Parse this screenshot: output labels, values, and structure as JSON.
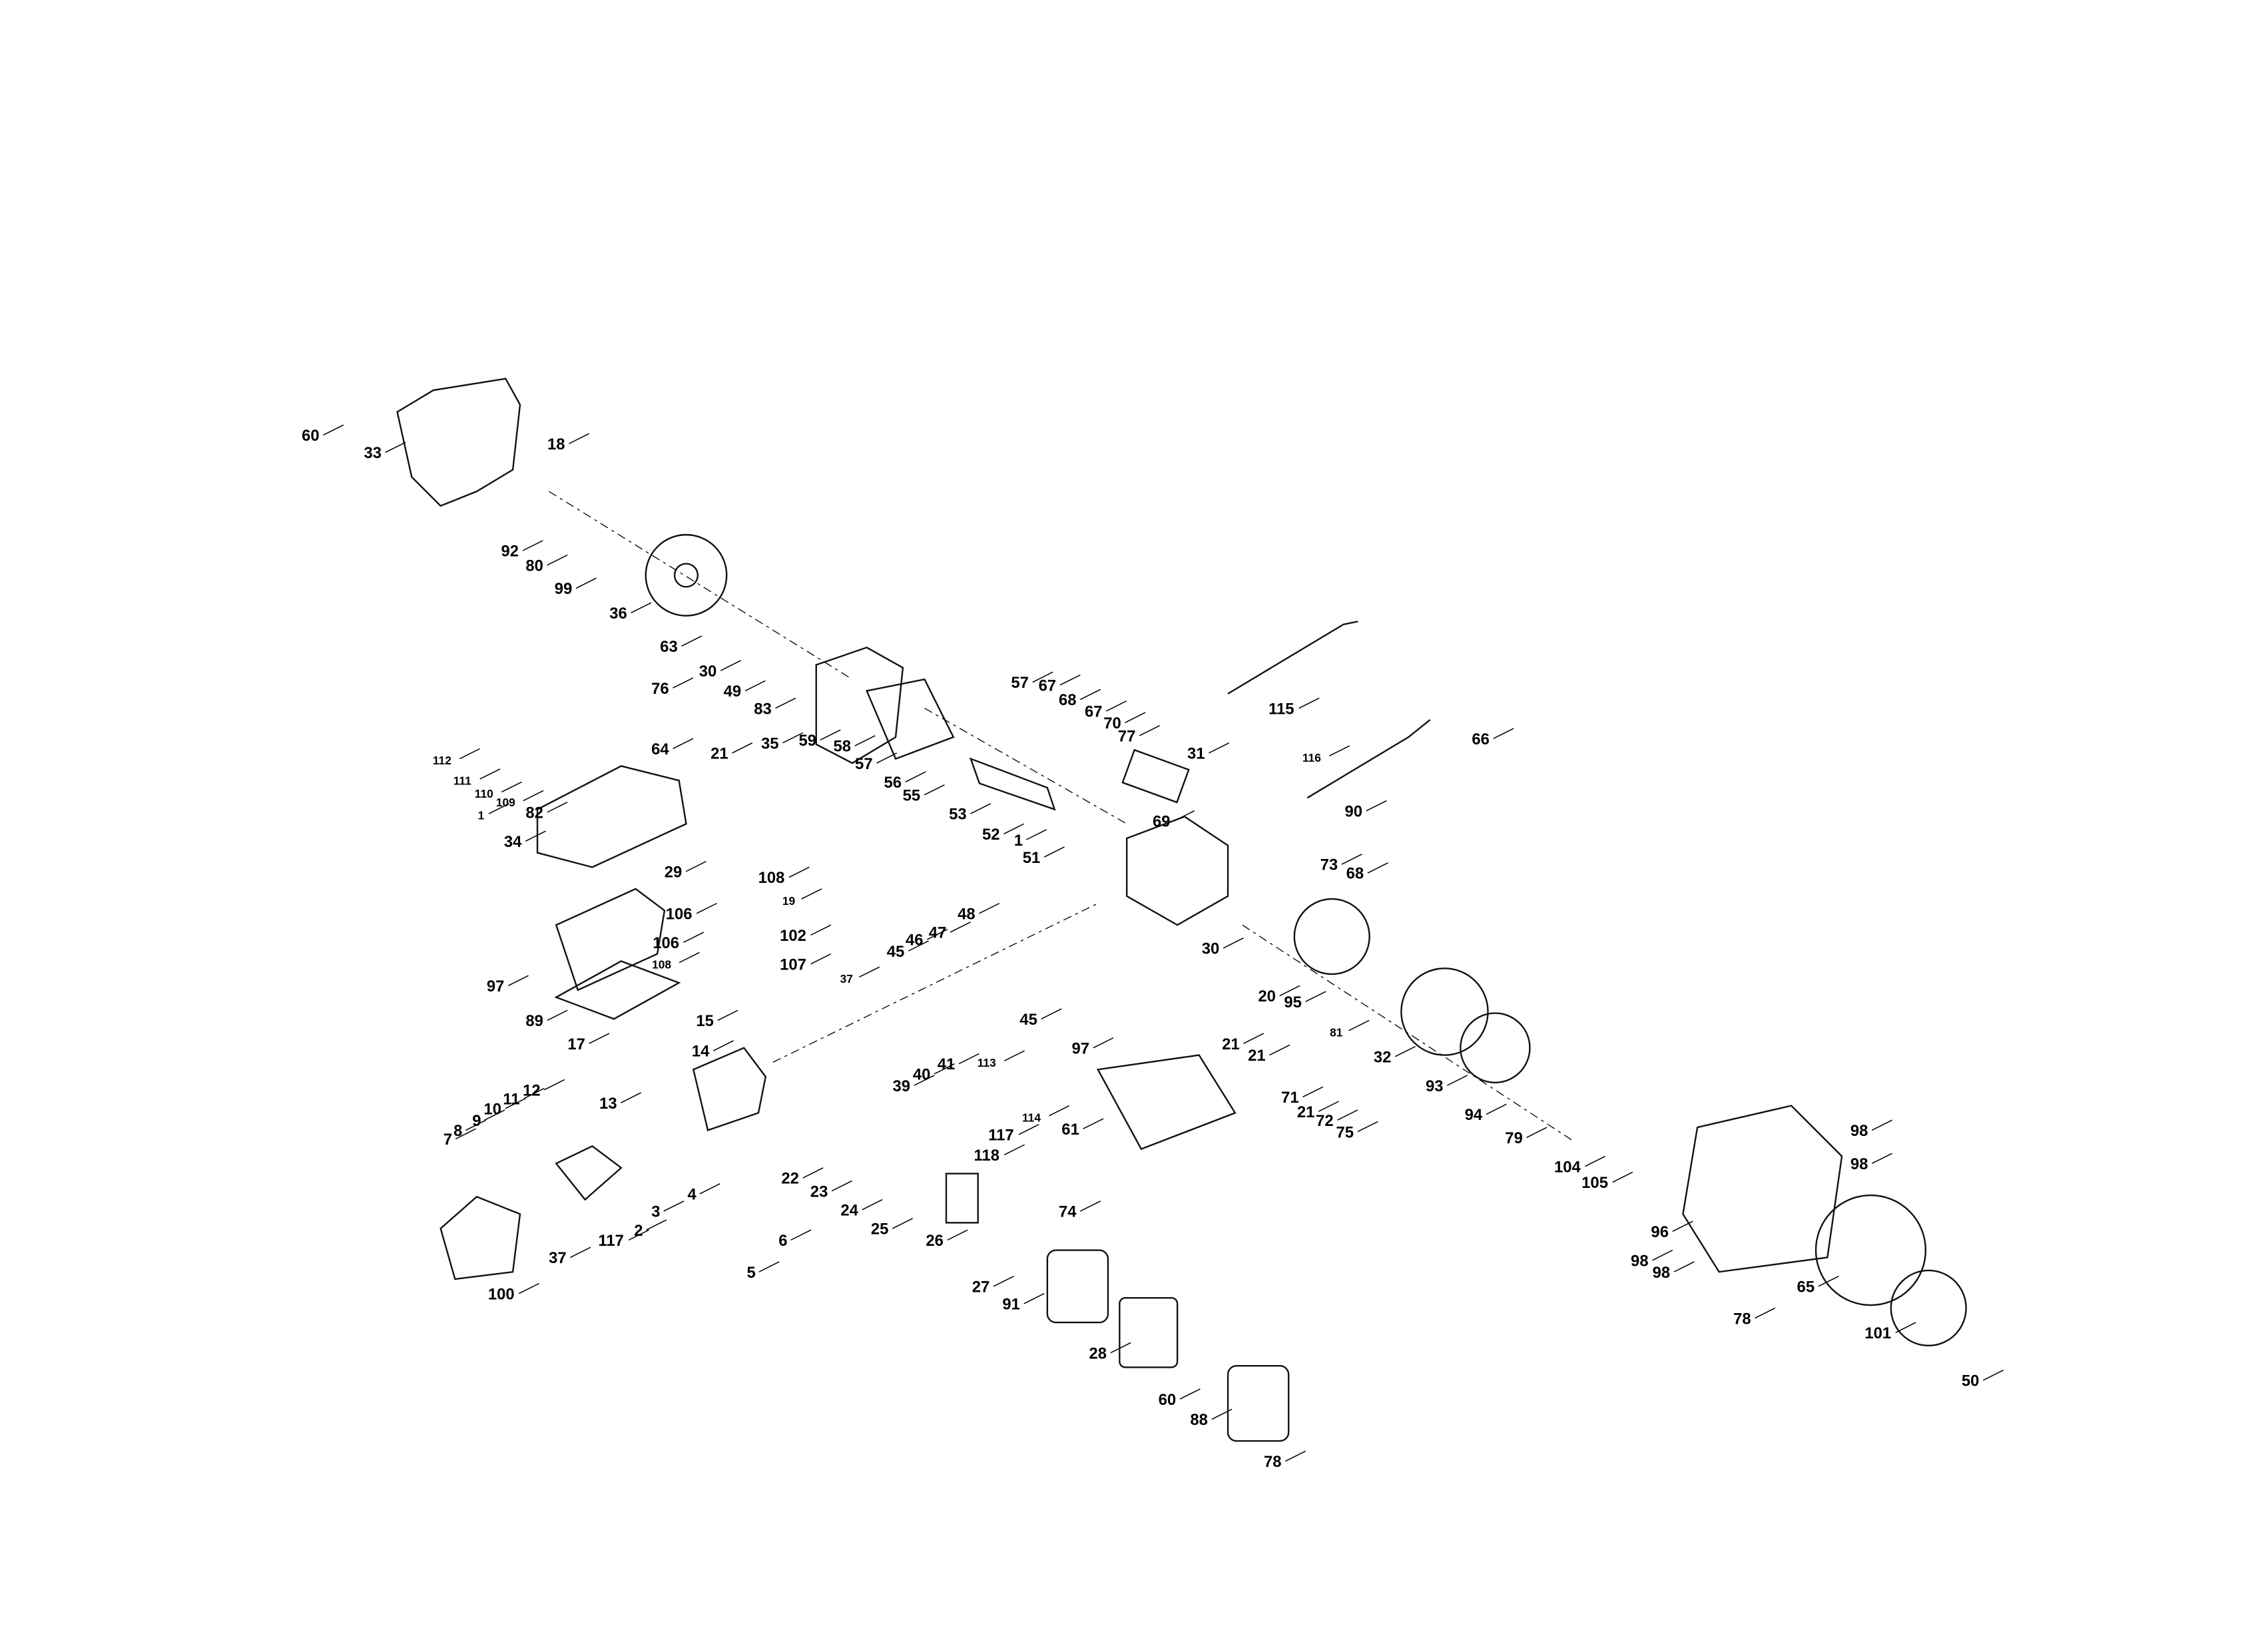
{
  "diagram": {
    "title": "Engine exploded parts diagram",
    "callouts": [
      "60",
      "33",
      "18",
      "92",
      "80",
      "99",
      "36",
      "63",
      "30",
      "49",
      "83",
      "35",
      "59",
      "21",
      "64",
      "76",
      "58",
      "57",
      "57",
      "67",
      "68",
      "67",
      "70",
      "77",
      "31",
      "115",
      "116",
      "66",
      "90",
      "56",
      "55",
      "53",
      "52",
      "1",
      "51",
      "69",
      "112",
      "111",
      "110",
      "109",
      "82",
      "1",
      "34",
      "29",
      "108",
      "19",
      "106",
      "102",
      "106",
      "108",
      "107",
      "97",
      "89",
      "17",
      "73",
      "68",
      "48",
      "47",
      "46",
      "45",
      "37",
      "45",
      "30",
      "20",
      "95",
      "81",
      "32",
      "15",
      "14",
      "113",
      "39",
      "40",
      "41",
      "97",
      "21",
      "21",
      "93",
      "94",
      "71",
      "21",
      "72",
      "75",
      "79",
      "114",
      "61",
      "117",
      "118",
      "104",
      "105",
      "98",
      "98",
      "12",
      "11",
      "10",
      "9",
      "8",
      "7",
      "13",
      "4",
      "3",
      "2",
      "117",
      "6",
      "22",
      "23",
      "24",
      "25",
      "26",
      "74",
      "96",
      "98",
      "98",
      "65",
      "5",
      "37",
      "100",
      "27",
      "91",
      "28",
      "78",
      "101",
      "50",
      "60",
      "88",
      "78"
    ]
  }
}
